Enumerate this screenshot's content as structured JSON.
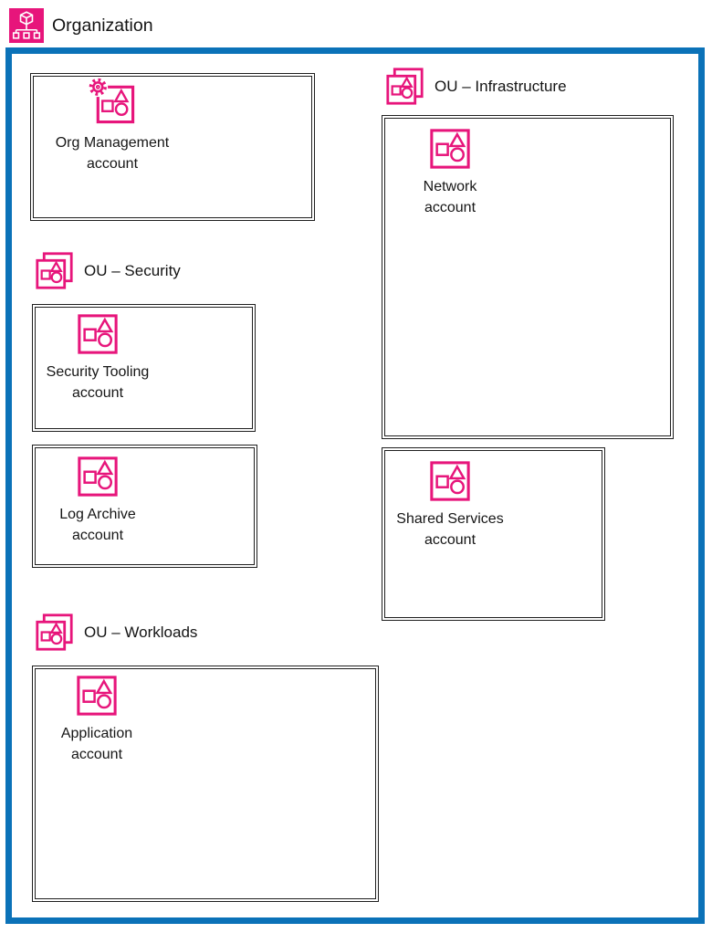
{
  "header": {
    "title": "Organization",
    "icon": "aws-organizations-icon"
  },
  "colors": {
    "accent_pink": "#E7157B",
    "frame_blue": "#0B72B8",
    "box_border": "#1A1A1A"
  },
  "management_account": {
    "icon": "management-account-icon",
    "lines": [
      "Org Management",
      "account"
    ]
  },
  "ous": [
    {
      "label": "OU – Security",
      "icon": "organizational-unit-icon",
      "accounts": [
        {
          "icon": "aws-account-icon",
          "lines": [
            "Security Tooling",
            "account"
          ]
        },
        {
          "icon": "aws-account-icon",
          "lines": [
            "Log Archive",
            "account"
          ]
        }
      ]
    },
    {
      "label": "OU – Infrastructure",
      "icon": "organizational-unit-icon",
      "accounts": [
        {
          "icon": "aws-account-icon",
          "lines": [
            "Network",
            "account"
          ]
        },
        {
          "icon": "aws-account-icon",
          "lines": [
            "Shared Services",
            "account"
          ]
        }
      ]
    },
    {
      "label": "OU – Workloads",
      "icon": "organizational-unit-icon",
      "accounts": [
        {
          "icon": "aws-account-icon",
          "lines": [
            "Application",
            "account"
          ]
        }
      ]
    }
  ]
}
